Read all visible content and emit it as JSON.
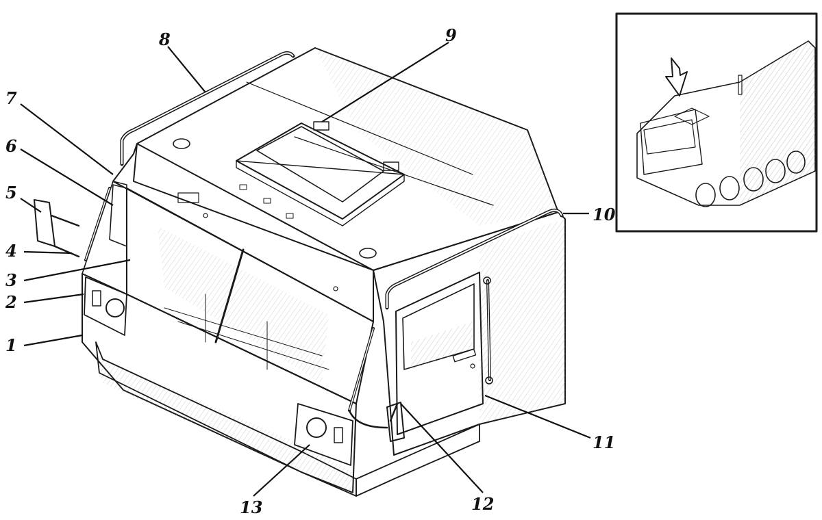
{
  "diagram": {
    "colors": {
      "ink": "#1a1a1a",
      "paper": "#ffffff",
      "shade": "#d9d9d9",
      "glass": "#f2f2f2"
    },
    "callouts": [
      {
        "id": "c1",
        "label": "1"
      },
      {
        "id": "c2",
        "label": "2"
      },
      {
        "id": "c3",
        "label": "3"
      },
      {
        "id": "c4",
        "label": "4"
      },
      {
        "id": "c5",
        "label": "5"
      },
      {
        "id": "c6",
        "label": "6"
      },
      {
        "id": "c7",
        "label": "7"
      },
      {
        "id": "c8",
        "label": "8"
      },
      {
        "id": "c9",
        "label": "9"
      },
      {
        "id": "c10",
        "label": "10"
      },
      {
        "id": "c11",
        "label": "11"
      },
      {
        "id": "c12",
        "label": "12"
      },
      {
        "id": "c13",
        "label": "13"
      }
    ],
    "inset": {
      "has_arrow": true
    }
  }
}
